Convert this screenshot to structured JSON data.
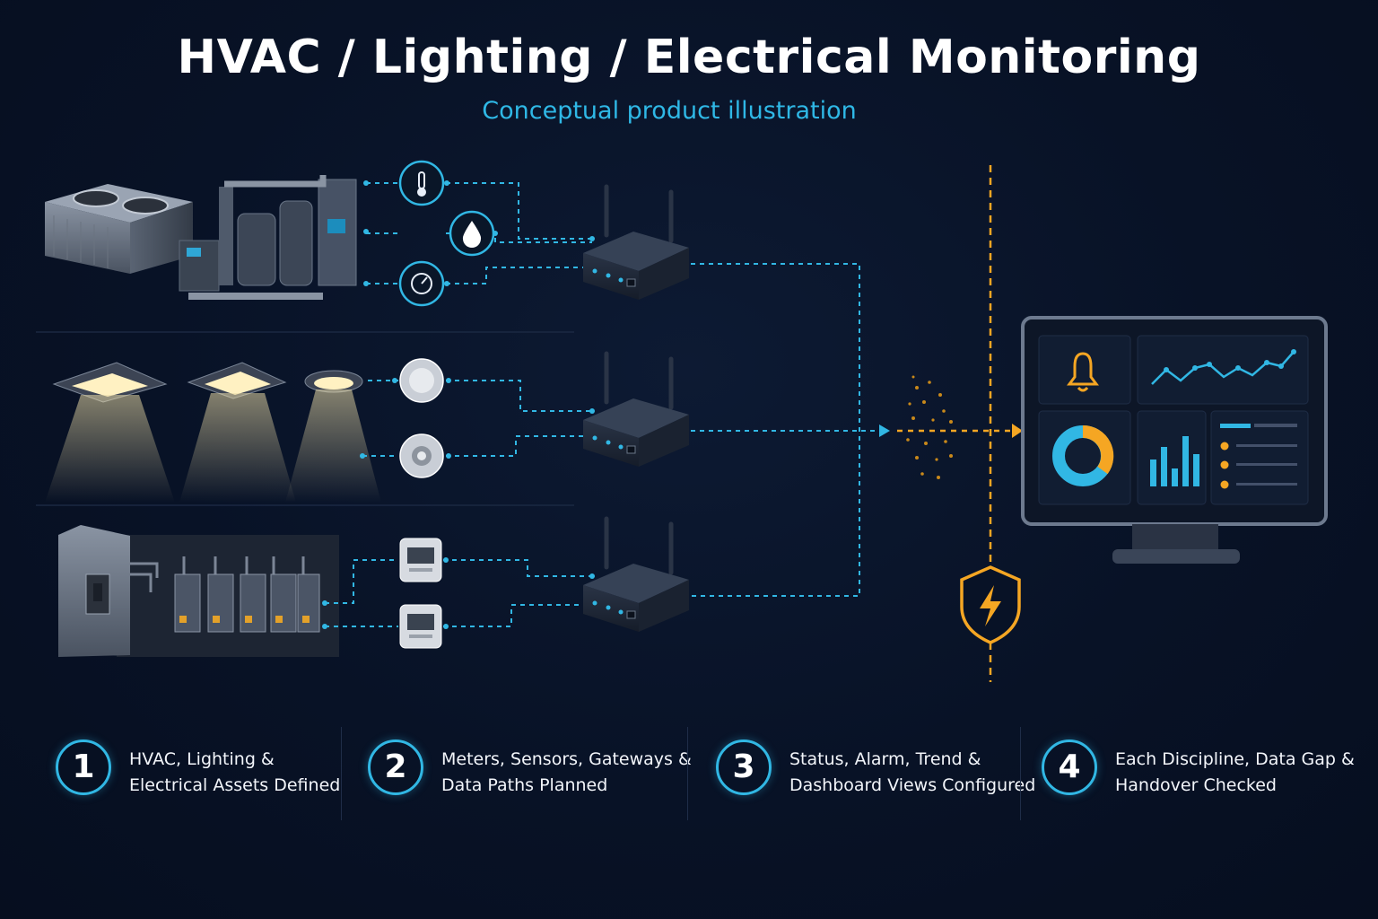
{
  "header": {
    "title": "HVAC / Lighting / Electrical Monitoring",
    "subtitle": "Conceptual product illustration"
  },
  "diagram": {
    "rows": [
      {
        "name": "hvac",
        "sensors": [
          "thermometer-icon",
          "water-drop-icon",
          "pressure-gauge-icon"
        ]
      },
      {
        "name": "lighting",
        "sensors": [
          "occupancy-sensor-icon",
          "light-sensor-icon"
        ]
      },
      {
        "name": "electrical",
        "sensors": [
          "energy-meter-icon",
          "energy-meter-icon"
        ]
      }
    ],
    "gateway_count": 3,
    "dashboard_widgets": [
      "bell-alarm-icon",
      "trend-line",
      "donut-chart",
      "bar-chart",
      "status-list"
    ],
    "security_icon": "shield-lightning-icon",
    "colors": {
      "accent_cyan": "#31b7e4",
      "accent_orange": "#f5a623",
      "background": "#081226"
    }
  },
  "steps": [
    {
      "number": "1",
      "line1": "HVAC, Lighting &",
      "line2": "Electrical Assets Defined"
    },
    {
      "number": "2",
      "line1": "Meters, Sensors, Gateways &",
      "line2": "Data Paths Planned"
    },
    {
      "number": "3",
      "line1": "Status, Alarm, Trend &",
      "line2": "Dashboard Views Configured"
    },
    {
      "number": "4",
      "line1": "Each Discipline, Data Gap &",
      "line2": "Handover Checked"
    }
  ]
}
